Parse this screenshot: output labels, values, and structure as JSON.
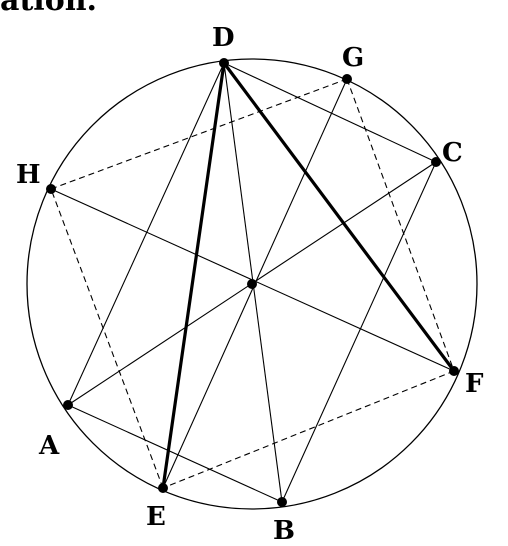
{
  "header_text": "ation.",
  "points": {
    "D": "D",
    "G": "G",
    "C": "C",
    "H": "H",
    "F": "F",
    "A": "A",
    "E": "E",
    "B": "B"
  },
  "colors": {
    "stroke": "#000000",
    "background": "#ffffff"
  }
}
